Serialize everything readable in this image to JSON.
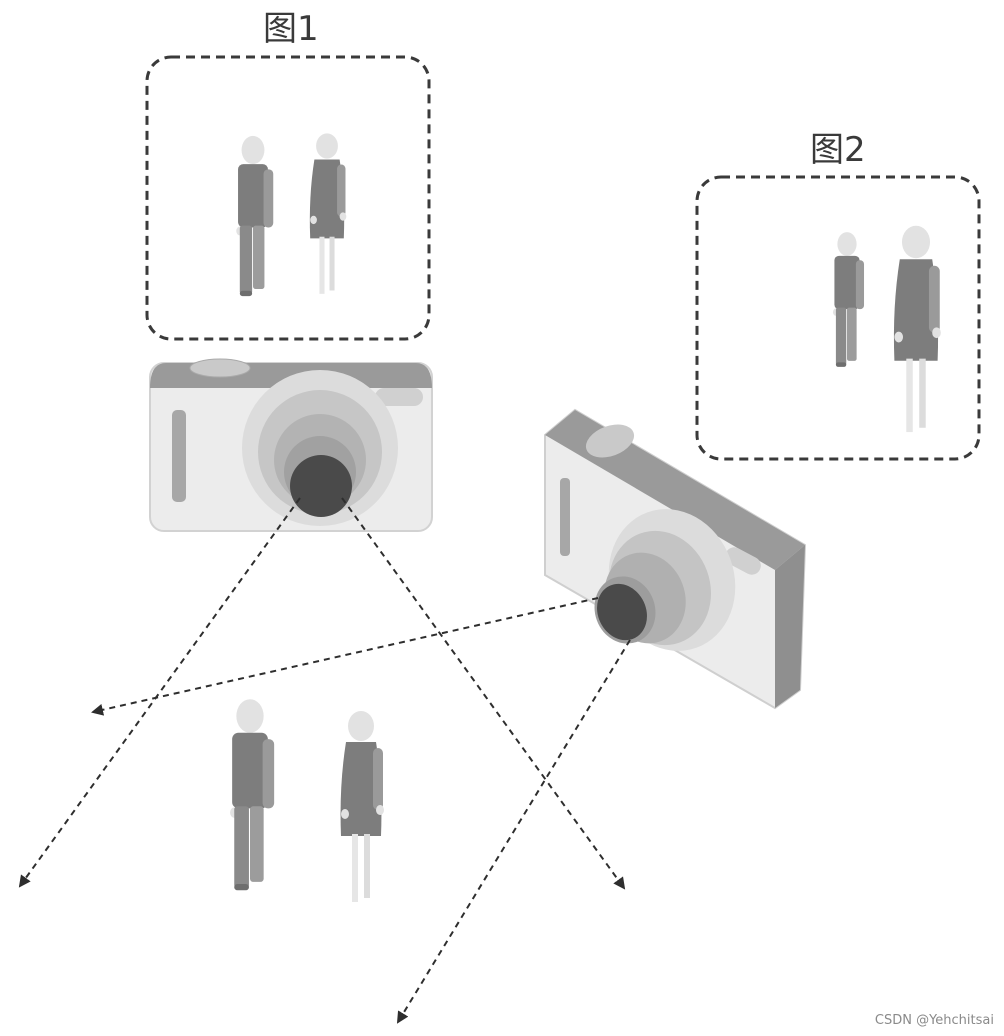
{
  "labels": {
    "figure1": "图1",
    "figure2": "图2"
  },
  "watermark": "CSDN @Yehchitsai",
  "colors": {
    "dashed_line": "#3a3a3a",
    "camera_body": "#ececec",
    "camera_dark": "#8f8f8f",
    "figure_dark": "#7d7d7d",
    "figure_light": "#e4e4e4",
    "lens_dark": "#4a4a4a"
  },
  "icons": [
    "camera-front-icon",
    "camera-angled-icon",
    "person-man-icon",
    "person-woman-icon"
  ]
}
